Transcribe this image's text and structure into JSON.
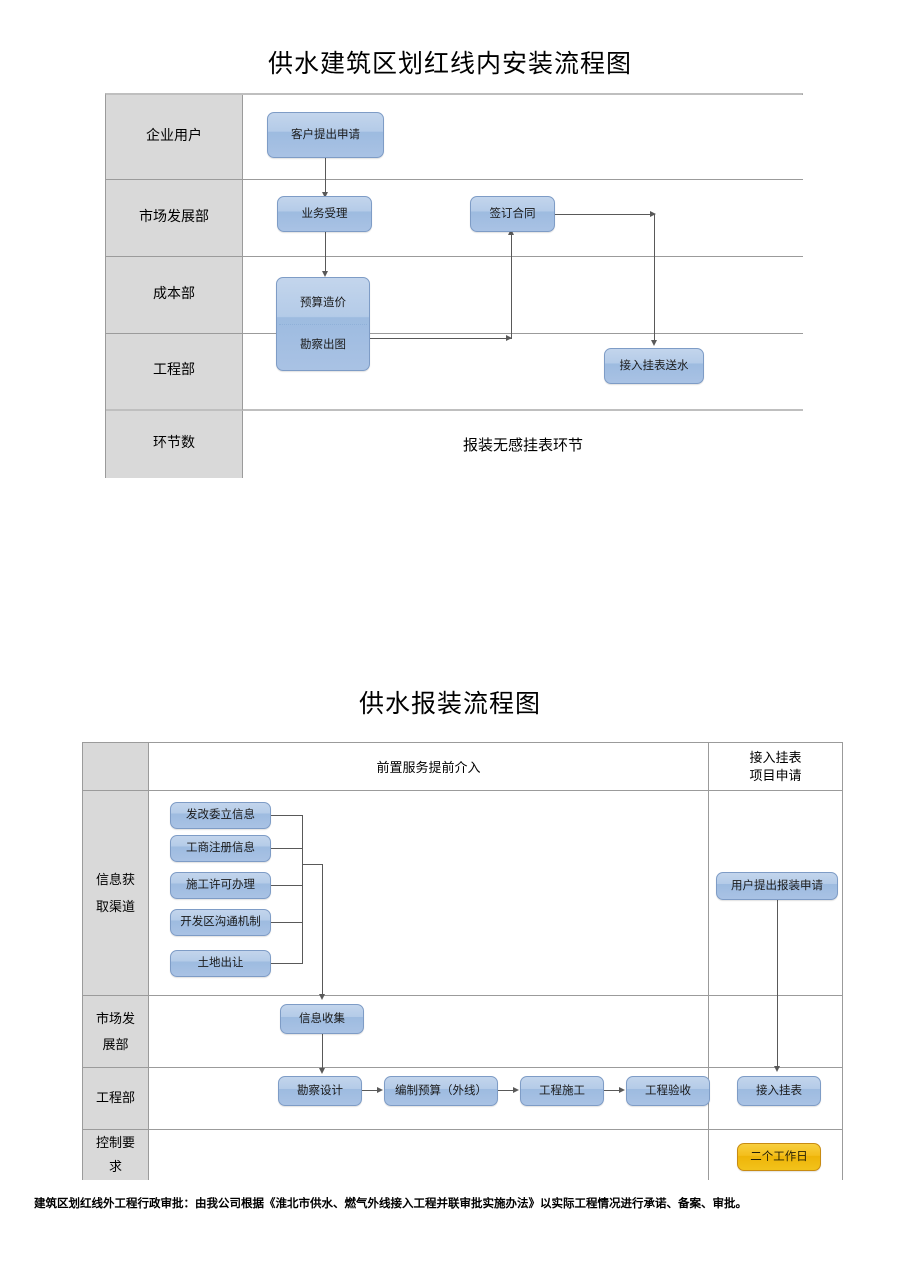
{
  "page": {
    "footer_note": "建筑区划红线外工程行政审批：由我公司根据《淮北市供水、燃气外线接入工程并联审批实施办法》以实际工程情况进行承诺、备案、审批。"
  },
  "colors": {
    "box_fill": "#b4cbe8",
    "box_border": "#7e9cc6",
    "label_cell_fill": "#d9d9d9",
    "table_border": "#9b9b9b",
    "connector": "#595959",
    "highlight_fill": "#f3be1b",
    "highlight_border": "#c88b12"
  },
  "diagram1": {
    "title": "供水建筑区划红线内安装流程图",
    "rows": [
      {
        "label": "企业用户"
      },
      {
        "label": "市场发展部"
      },
      {
        "label": "成本部"
      },
      {
        "label": "工程部"
      },
      {
        "label": "环节数"
      }
    ],
    "nodes": {
      "customer_apply": "客户提出申请",
      "business_accept": "业务受理",
      "sign_contract": "签订合同",
      "budget_cost": "预算造价",
      "survey_drawing": "勘察出图",
      "connect_meter_supply": "接入挂表送水"
    },
    "summary_row_text": "报装无感挂表环节"
  },
  "diagram2": {
    "title": "供水报装流程图",
    "header": {
      "left_spacer": "",
      "middle": "前置服务提前介入",
      "right_line1": "接入挂表",
      "right_line2": "项目申请"
    },
    "rows": [
      {
        "label_line1": "信息获",
        "label_line2": "取渠道"
      },
      {
        "label_line1": "市场发",
        "label_line2": "展部"
      },
      {
        "label_line1": "工程部",
        "label_line2": ""
      },
      {
        "label_line1": "控制要",
        "label_line2": "求"
      }
    ],
    "sources": [
      "发改委立信息",
      "工商注册信息",
      "施工许可办理",
      "开发区沟通机制",
      "土地出让"
    ],
    "nodes": {
      "info_collect": "信息收集",
      "survey_design": "勘察设计",
      "budget_outer": "编制预算（外线）",
      "construction": "工程施工",
      "acceptance": "工程验收",
      "user_apply": "用户提出报装申请",
      "connect_meter": "接入挂表",
      "control_days": "二个工作日"
    }
  }
}
